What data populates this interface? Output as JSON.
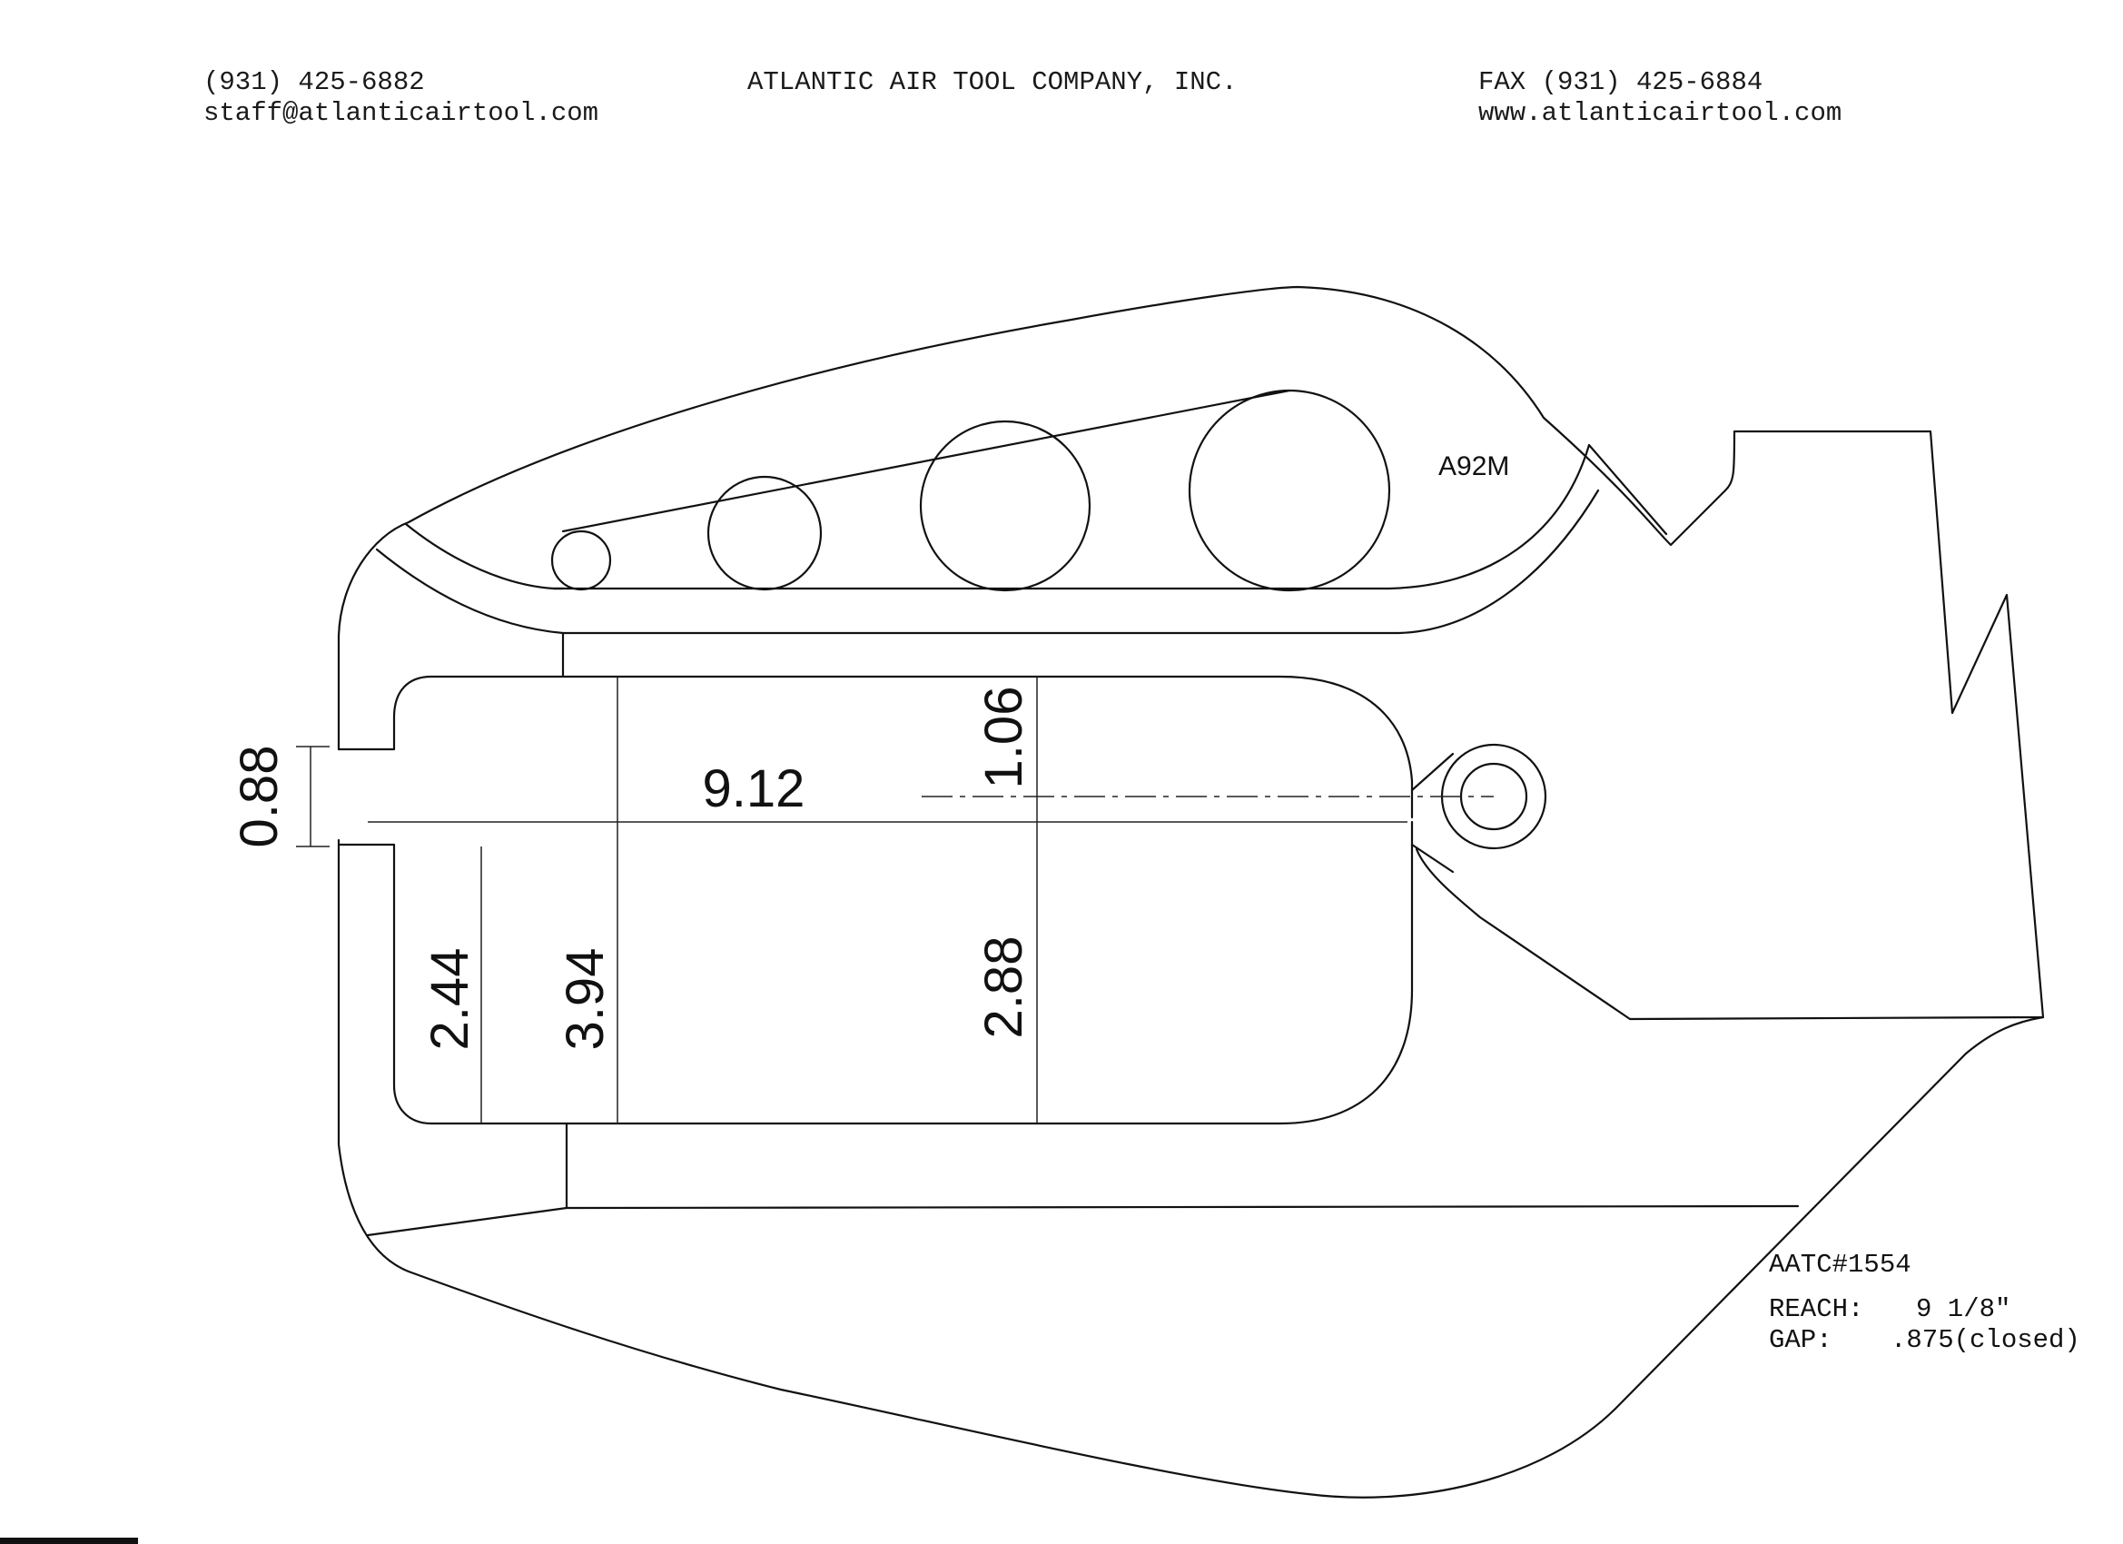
{
  "header": {
    "phone": "(931) 425-6882",
    "email": "staff@atlanticairtool.com",
    "company": "ATLANTIC AIR TOOL COMPANY, INC.",
    "fax": "FAX (931) 425-6884",
    "website": "www.atlanticairtool.com"
  },
  "drawing": {
    "model_label": "A92M",
    "dimensions": {
      "gap": "0.88",
      "reach": "9.12",
      "upper_depth": "1.06",
      "left_depth": "2.44",
      "throat_depth": "3.94",
      "lower_depth": "2.88"
    }
  },
  "spec": {
    "part_number": "AATC#1554",
    "reach_label": "REACH:",
    "reach_value": "9 1/8\"",
    "gap_label": "GAP:",
    "gap_value": ".875(closed)"
  }
}
